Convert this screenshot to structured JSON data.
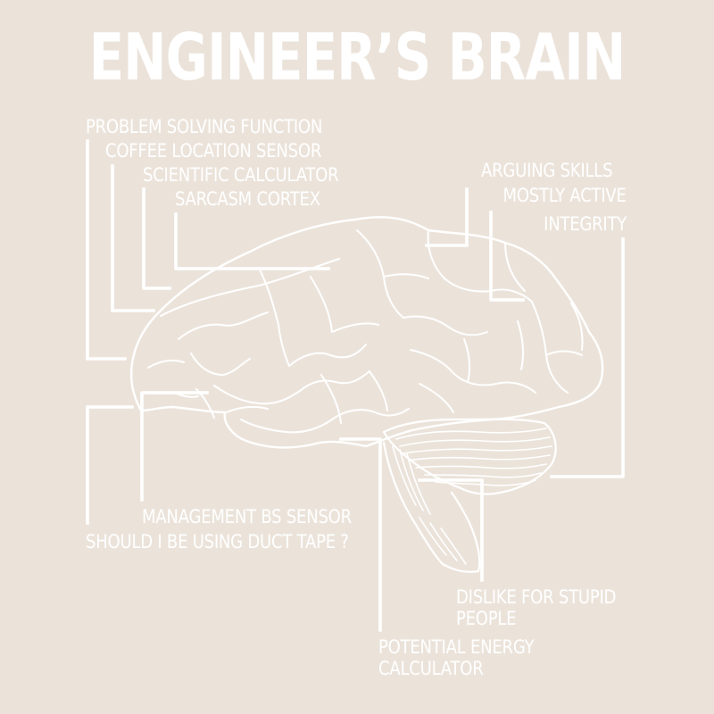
{
  "colors": {
    "background": "#ebe3da",
    "ink": "#ffffff"
  },
  "title": "ENGINEER’S BRAIN",
  "labels": {
    "problem_solving": "PROBLEM SOLVING FUNCTION",
    "coffee_sensor": "COFFEE LOCATION SENSOR",
    "scientific_calculator": "SCIENTIFIC CALCULATOR",
    "sarcasm_cortex": "SARCASM CORTEX",
    "arguing_skills": "ARGUING SKILLS",
    "mostly_active": "MOSTLY ACTIVE",
    "integrity": "INTEGRITY",
    "management_bs": "MANAGEMENT BS SENSOR",
    "duct_tape": "SHOULD I BE USING DUCT TAPE ?",
    "dislike_line1": "DISLIKE FOR STUPID",
    "dislike_line2": "PEOPLE",
    "potential_line1": "POTENTIAL ENERGY",
    "potential_line2": "CALCULATOR"
  },
  "illustration": {
    "subject": "brain-side-view-line-art",
    "regions": [
      "cerebrum",
      "cerebellum",
      "brain-stem"
    ]
  }
}
